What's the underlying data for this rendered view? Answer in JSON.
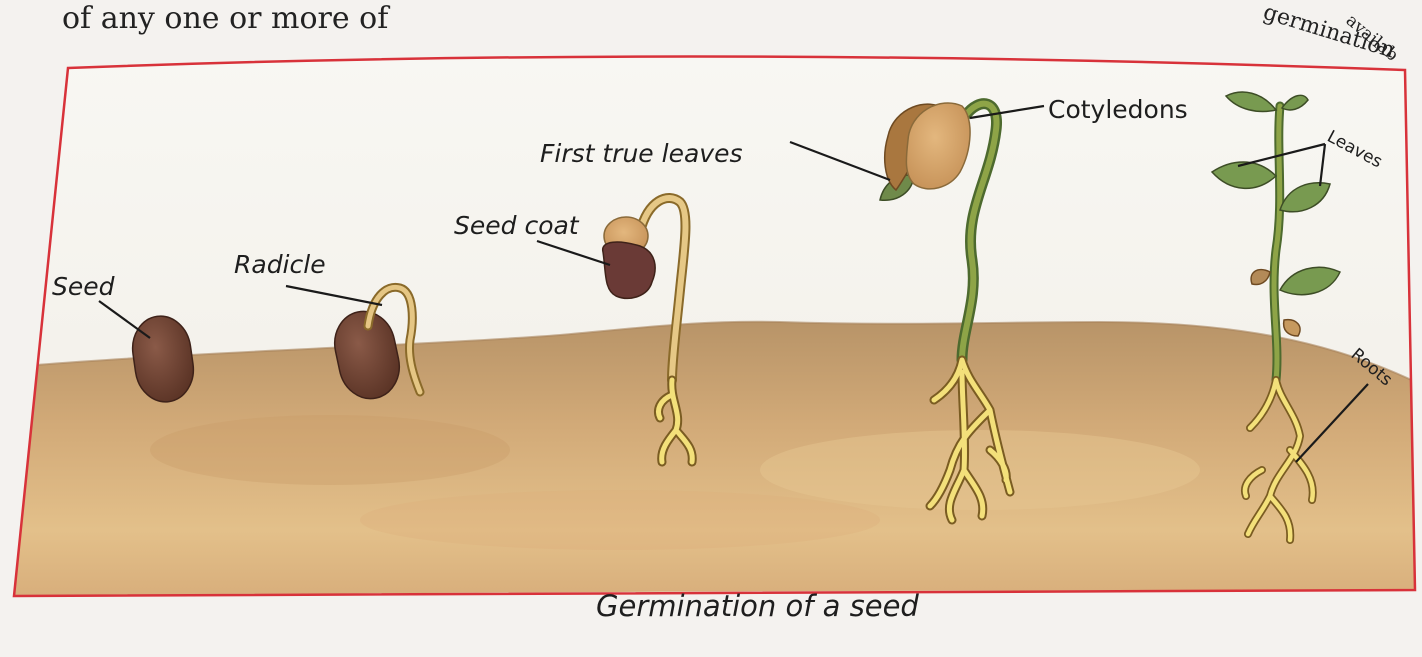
{
  "page_text": {
    "top_line": "of any one or more of",
    "top_right_fragment_1": "availab",
    "top_right_fragment_2": "germination"
  },
  "diagram": {
    "caption": "Germination of a seed",
    "stages": [
      {
        "id": "stage-1",
        "label": "Seed"
      },
      {
        "id": "stage-2",
        "label": "Radicle"
      },
      {
        "id": "stage-3",
        "label": "Seed coat"
      },
      {
        "id": "stage-4",
        "labels": [
          "First true leaves",
          "Cotyledons"
        ]
      },
      {
        "id": "stage-5",
        "labels": [
          "Leaves",
          "Roots"
        ]
      }
    ]
  }
}
